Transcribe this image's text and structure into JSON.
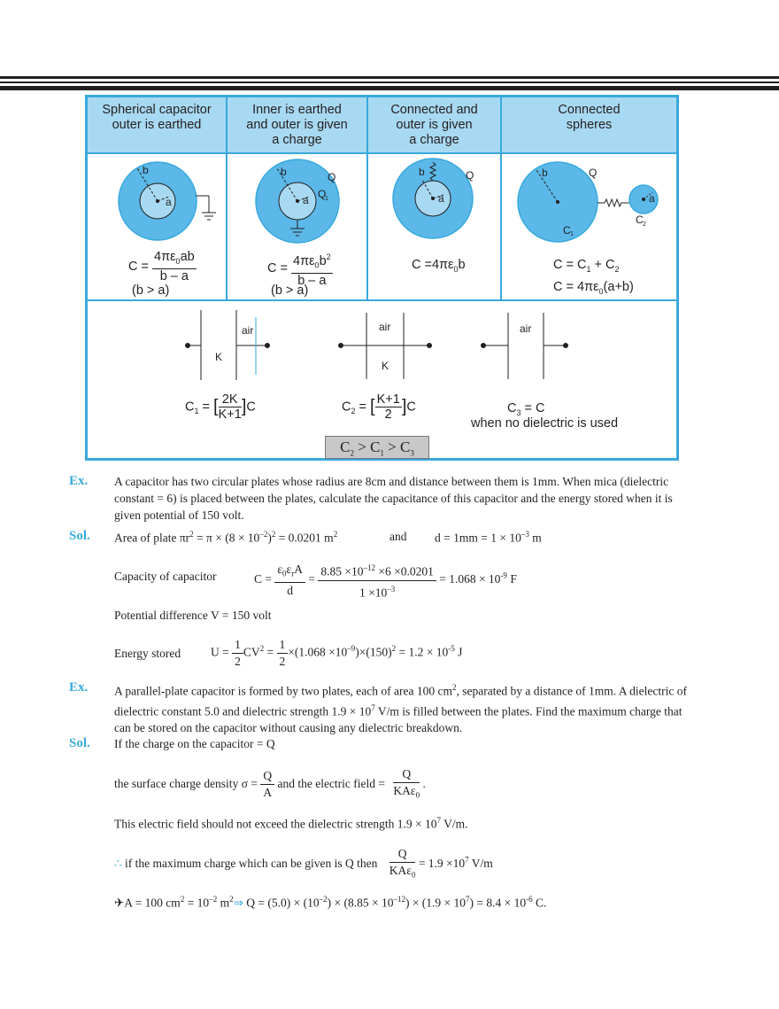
{
  "table": {
    "headers": [
      "Spherical capacitor\nouter is earthed",
      "Inner is earthed\nand outer is  given\na charge",
      "Connected and\nouter  is given\na charge",
      "Connected\nspheres"
    ],
    "fig_labels": {
      "b": "b",
      "a": "a",
      "Q": "Q",
      "Q1": "Q",
      "sub1": "1",
      "C1": "C",
      "C2": "C",
      "sub2": "2"
    },
    "cap_prefix": "C =",
    "f1_num": "4πε",
    "f1_num_tail": "ab",
    "f1_den": "b – a",
    "f1_cond": "(b > a)",
    "f2_num": "4πε",
    "f2_num_tail": "b",
    "f2_den": "b – a",
    "f2_cond": "(b > a)",
    "f3": "C =4πε",
    "f3_tail": "b",
    "f4_line1": "C = C",
    "f4_mid": " + C",
    "f4_line2": "C = 4πε",
    "f4_line2_tail": "(a+b)",
    "sub0": "0",
    "sup2": "2",
    "plate_labels": {
      "air": "air",
      "K": "K"
    },
    "c1_left": "C",
    "c1_eq": "=",
    "c1_num": "2K",
    "c1_den": "K+1",
    "c1_right": "C",
    "c2_left": "C",
    "c2_num": "K+1",
    "c2_den": "2",
    "c3_line": "C",
    "c3_tail": " = C",
    "c3_sub": "3",
    "c3_note": "when no dielectric is used",
    "comparison": "C",
    "cmp_gt": " > C",
    "cmp_sub2": "2",
    "cmp_sub1": "1",
    "cmp_sub3": "3"
  },
  "ex1": {
    "label": "Ex.",
    "text": "A capacitor has two circular plates whose radius  are 8cm and distance between them is 1mm. When mica (dielectric constant = 6) is placed between the plates, calculate the capacitance of this capacitor and the energy stored when it is given potential of 150 volt."
  },
  "sol1": {
    "label": "Sol.",
    "area_line": "Area of plate πr",
    "area_eq": " = π × (8 × 10",
    "area_exp": "–2",
    "area_tail": ")",
    "area_val": " = 0.0201 m",
    "and": "and",
    "d_line": "d = 1mm = 1 ×  10",
    "d_exp": "–3",
    "d_unit": " m",
    "cap_label": "Capacity of capacitor",
    "cap_C": "C  =",
    "cap_num1": "ε",
    "cap_num1b": "ε",
    "cap_num1c": "A",
    "cap_den1": "d",
    "cap_eq": "=",
    "cap_num2": "8.85 ×10",
    "cap_num2_exp": "–12",
    "cap_num2_tail": " ×6 ×0.0201",
    "cap_den2": "1 ×10",
    "cap_den2_exp": "–3",
    "cap_result": "= 1.068 ×  10",
    "cap_result_exp": "-9",
    "cap_unit": " F",
    "pd_line": "Potential difference V = 150 volt",
    "energy_label": "Energy stored",
    "energy_U": "U =",
    "energy_half": "1",
    "energy_two": "2",
    "energy_cv": "CV",
    "energy_mid": " = ",
    "energy_rest": "×(1.068 ×10",
    "energy_rest_exp": "–9",
    "energy_rest2": ")×(150)",
    "energy_result": "= 1.2 × 10",
    "energy_result_exp": "-5",
    "energy_unit": " J"
  },
  "ex2": {
    "label": "Ex.",
    "text_a": "A parallel-plate capacitor is formed by two plates, each of area 100 cm",
    "text_b": ", separated by a distance of 1mm. A dielectric of dielectric constant 5.0 and dielectric strength 1.9 ×  10",
    "text_c": " V/m is filled between the plates. Find the maximum charge that can be stored on the capacitor without causing any dielectric breakdown.",
    "sup7": "7"
  },
  "sol2": {
    "label": "Sol.",
    "line1": "If the charge on the capacitor =  Q",
    "sigma_pre": "the surface charge density σ =",
    "sigma_num": "Q",
    "sigma_den": "A",
    "field_pre": "and the electric field =",
    "field_num": "Q",
    "field_den": "KAε",
    "dot": ".",
    "line3": "This electric field should not exceed the dielectric strength 1.9 ×  10",
    "line3_tail": " V/m.",
    "therefore": "∴",
    "line4": "if the maximum charge which can be given is Q  then",
    "line4_num": "Q",
    "line4_den": "KAε",
    "line4_rhs": "= 1.9 ×10",
    "line4_unit": "  V/m",
    "final": "✈A = 100 cm",
    "final_b": " = 10",
    "final_c": " m",
    "arrow": "⇒",
    "final_d": " Q = (5.0) ×  (10",
    "final_e": ") × (8.85 ×  10",
    "final_f": ") ×  (1.9 ×  10",
    "final_g": ") = 8.4 ×  10",
    "final_h": " C.",
    "m2": "–2",
    "m12": "–12",
    "m6": "-6"
  }
}
